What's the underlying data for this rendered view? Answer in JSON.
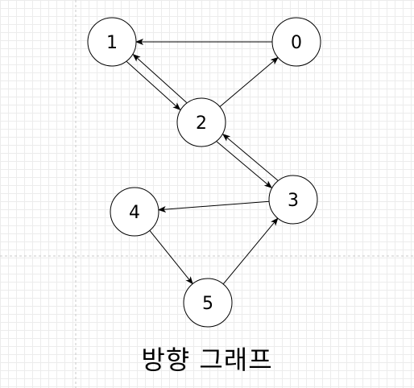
{
  "diagram": {
    "caption": "방향 그래프",
    "nodes": [
      {
        "id": "0",
        "label": "0"
      },
      {
        "id": "1",
        "label": "1"
      },
      {
        "id": "2",
        "label": "2"
      },
      {
        "id": "3",
        "label": "3"
      },
      {
        "id": "4",
        "label": "4"
      },
      {
        "id": "5",
        "label": "5"
      }
    ],
    "edges": [
      {
        "from": "0",
        "to": "1"
      },
      {
        "from": "1",
        "to": "2"
      },
      {
        "from": "2",
        "to": "1"
      },
      {
        "from": "2",
        "to": "0"
      },
      {
        "from": "2",
        "to": "3"
      },
      {
        "from": "3",
        "to": "2"
      },
      {
        "from": "3",
        "to": "4"
      },
      {
        "from": "4",
        "to": "5"
      },
      {
        "from": "5",
        "to": "3"
      }
    ]
  }
}
